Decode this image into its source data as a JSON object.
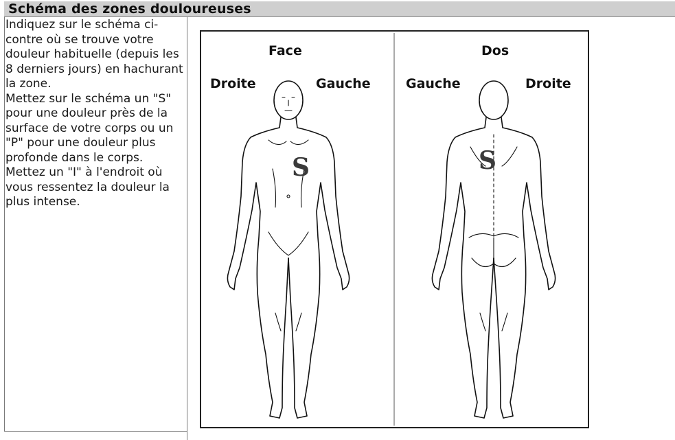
{
  "section": {
    "title": "Schéma des zones douloureuses"
  },
  "instructions": {
    "paragraph1": "Indiquez sur le schéma ci-contre où se trouve votre douleur habituelle (depuis les 8 derniers jours) en hachurant la zone.",
    "paragraph2": "Mettez sur le schéma un \"S\" pour une douleur près de la surface de votre corps ou un \"P\" pour une douleur plus profonde dans le corps.",
    "paragraph3": "Mettez un \"I\" à l'endroit où vous ressentez la douleur la plus intense."
  },
  "diagram": {
    "front": {
      "title": "Face",
      "right_label": "Droite",
      "left_label": "Gauche",
      "mark": "S"
    },
    "back": {
      "title": "Dos",
      "left_label": "Gauche",
      "right_label": "Droite",
      "mark": "S"
    }
  }
}
